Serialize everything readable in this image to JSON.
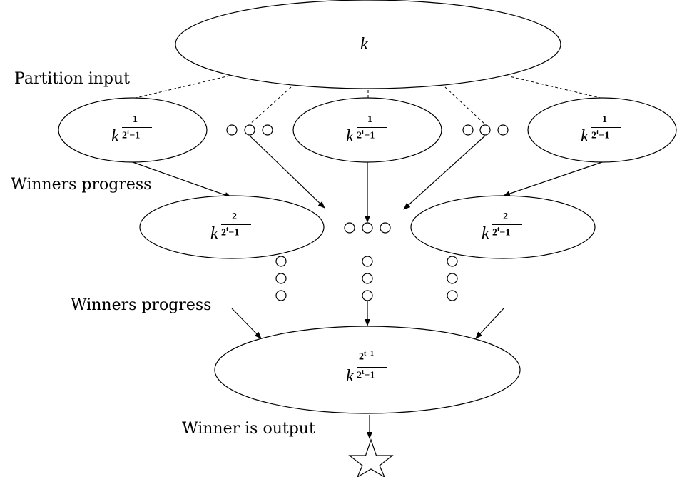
{
  "labels": {
    "partition": "Partition input",
    "winners_1": "Winners progress",
    "winners_2": "Winners progress",
    "output": "Winner is output"
  },
  "nodes": {
    "root": {
      "base": "k"
    },
    "level1": {
      "base": "k",
      "exp_num": "1",
      "exp_den": "2",
      "exp_den_sup": "t",
      "exp_den_tail": "−1"
    },
    "level2": {
      "base": "k",
      "exp_num": "2",
      "exp_den": "2",
      "exp_den_sup": "t",
      "exp_den_tail": "−1"
    },
    "final": {
      "base": "k",
      "exp_num": "2",
      "exp_num_sup": "t−1",
      "exp_den": "2",
      "exp_den_sup": "t",
      "exp_den_tail": "−1"
    }
  }
}
